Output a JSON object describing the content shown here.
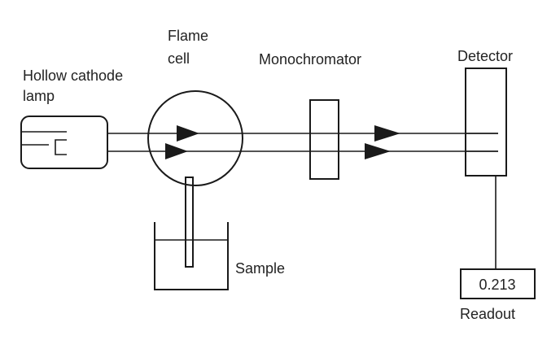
{
  "diagram": {
    "labels": {
      "flame_line1": "Flame",
      "flame_line2": "cell",
      "lamp_line1": "Hollow cathode",
      "lamp_line2": "lamp",
      "monochromator": "Monochromator",
      "detector": "Detector",
      "sample": "Sample",
      "readout_label": "Readout"
    },
    "readout_value": "0.213"
  },
  "colors": {
    "ink": "#1a1a1a",
    "background": "#ffffff"
  }
}
